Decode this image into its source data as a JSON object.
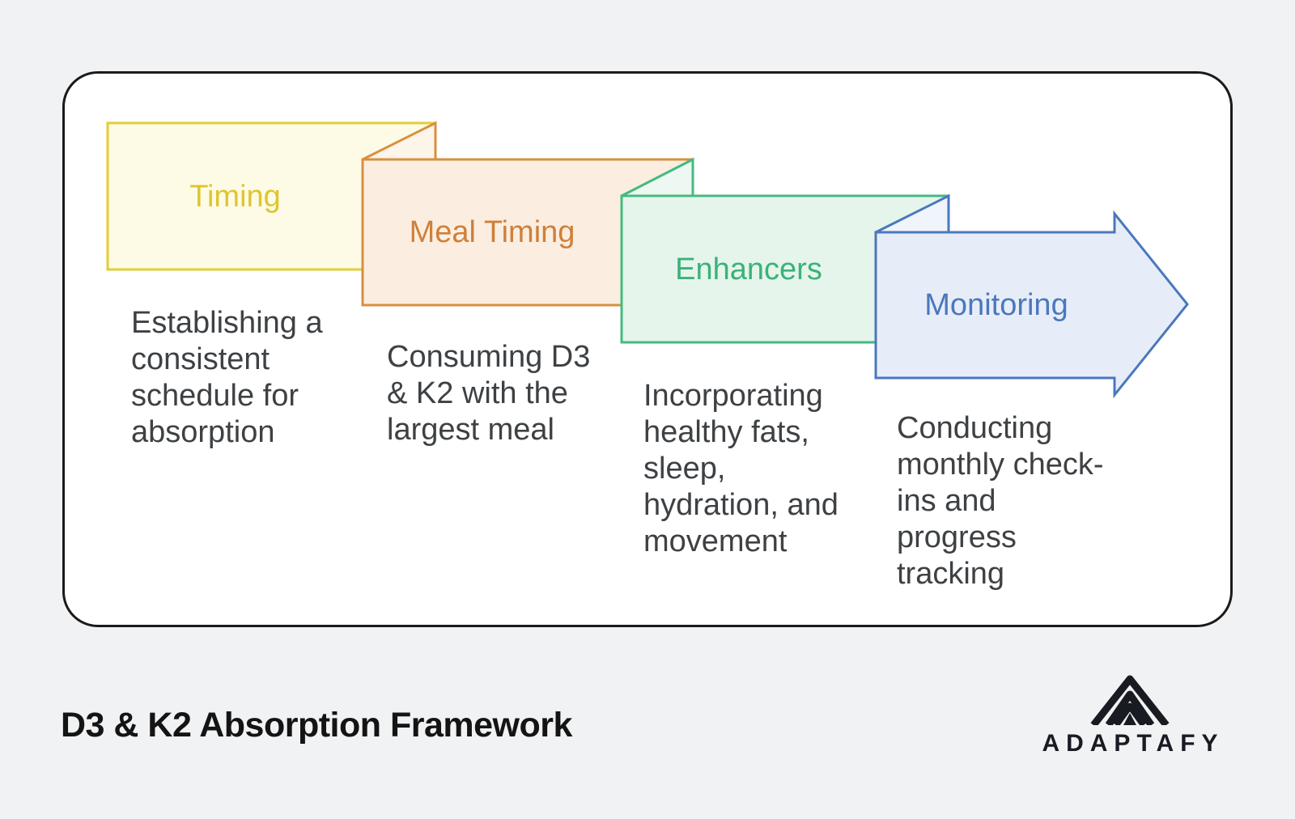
{
  "page": {
    "background": "#f1f2f3"
  },
  "card": {
    "background": "#ffffff",
    "border_color": "#1a1a1a"
  },
  "text": {
    "description_color": "#3e4144"
  },
  "banners": [
    {
      "label": "Timing",
      "description": "Establishing a\nconsistent\nschedule for\nabsorption",
      "label_color": "#dfc52f",
      "border_color": "#e2cd3a",
      "fill": "#fdfbe6"
    },
    {
      "label": "Meal Timing",
      "description": "Consuming D3\n& K2 with the\nlargest meal",
      "label_color": "#cf803a",
      "border_color": "#d7903f",
      "fill": "#fbeee1",
      "fold_fill": "#fdf4ea"
    },
    {
      "label": "Enhancers",
      "description": "Incorporating\nhealthy fats,\nsleep,\nhydration, and\nmovement",
      "label_color": "#3cb179",
      "border_color": "#44ba80",
      "fill": "#e5f5ec",
      "fold_fill": "#eef8f2"
    },
    {
      "label": "Monitoring",
      "description": "Conducting\nmonthly check-\nins and\nprogress\ntracking",
      "label_color": "#4a78bd",
      "border_color": "#4a78bd",
      "fill": "#e7edf8",
      "fold_fill": "#f0f4fb"
    }
  ],
  "footer": {
    "title": "D3 & K2 Absorption Framework",
    "title_color": "#141414",
    "brand": "ADAPTAFY",
    "brand_color": "#191b22"
  }
}
